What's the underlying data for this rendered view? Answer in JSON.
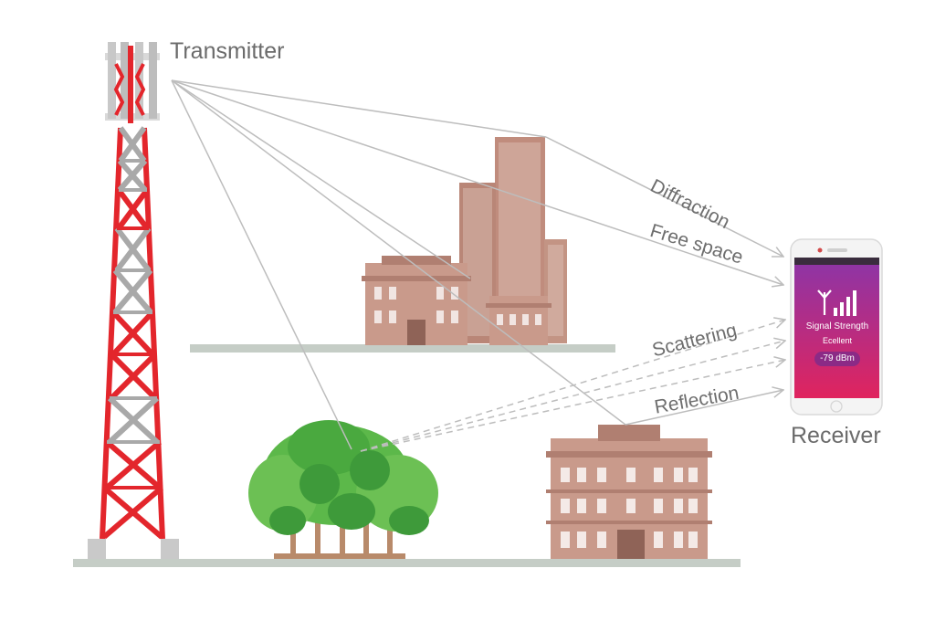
{
  "labels": {
    "transmitter": "Transmitter",
    "receiver": "Receiver",
    "diffraction": "Diffraction",
    "free_space": "Free space",
    "scattering": "Scattering",
    "reflection": "Reflection"
  },
  "phone": {
    "signal_title": "Signal Strength",
    "signal_quality": "Ecellent",
    "signal_value": "-79 dBm"
  },
  "colors": {
    "tower_red": "#e3262c",
    "tower_gray": "#a9a9a9",
    "ground": "#c5cdc6",
    "building": "#c99a8b",
    "building_dark": "#b07f71",
    "tree_green": "#5cb84a",
    "tree_dark": "#3e9a3a",
    "trunk": "#b88a6a",
    "ray": "#bdbdbd",
    "phone_gradient_top": "#8b35a8",
    "phone_gradient_bottom": "#e0245e"
  },
  "icons": [
    "antenna-icon",
    "signal-bars-icon"
  ]
}
